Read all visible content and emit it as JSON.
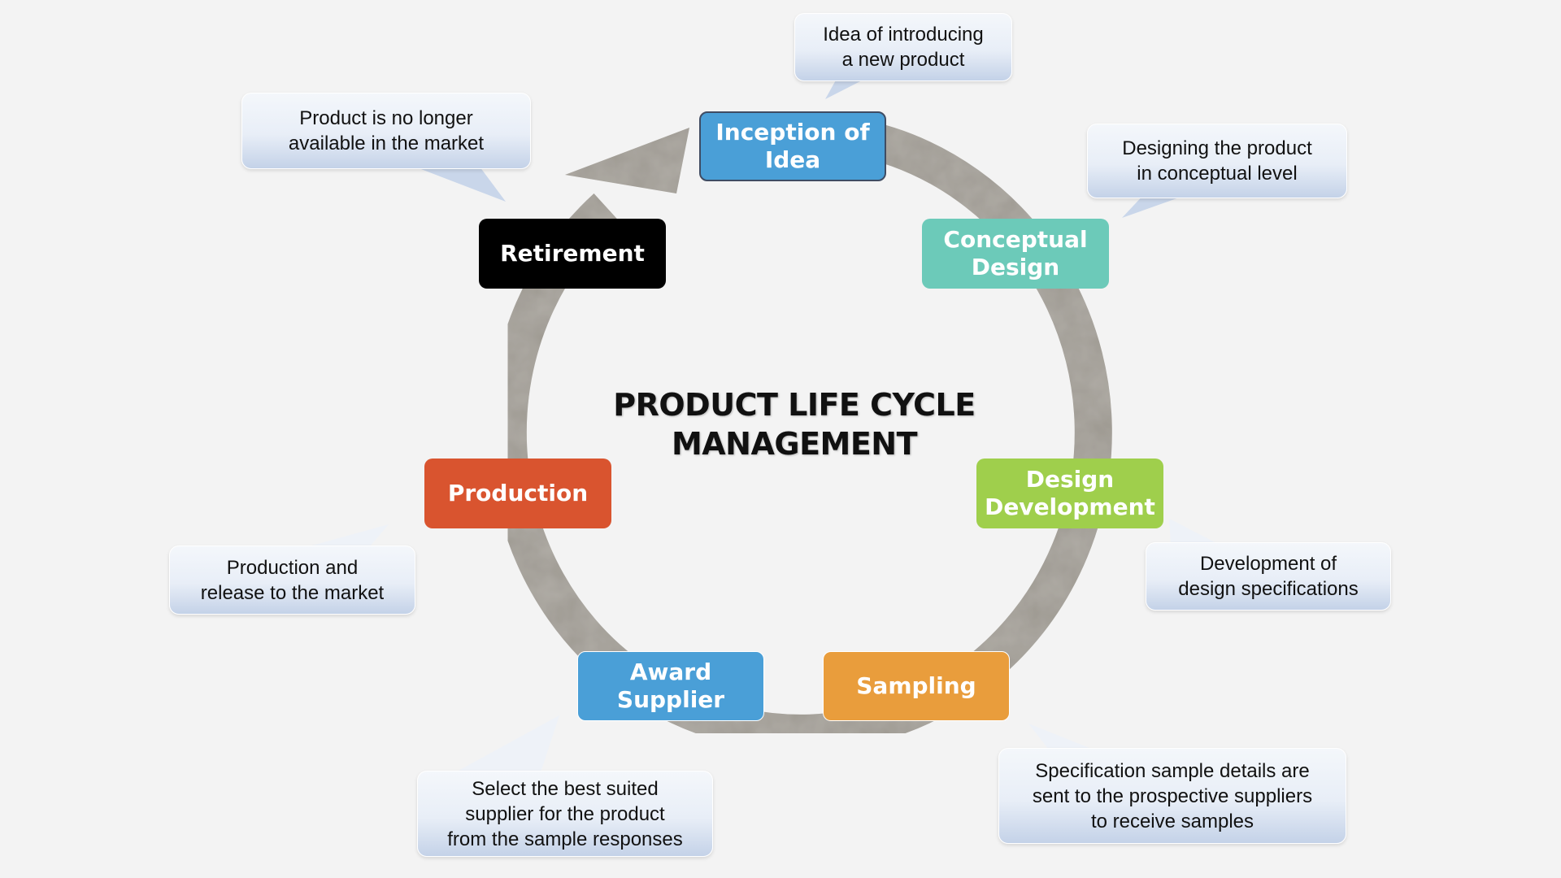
{
  "title": "PRODUCT LIFE CYCLE\nMANAGEMENT",
  "colors": {
    "background": "#f3f3f3",
    "ring": "#9e9a92",
    "inception": "#4a9fd7",
    "conceptual": "#6ccab9",
    "design_development": "#9fcf4c",
    "sampling": "#e99d3c",
    "award_supplier": "#4a9fd7",
    "production": "#d9542f",
    "retirement": "#000000"
  },
  "stages": [
    {
      "id": "inception",
      "label": "Inception of\nIdea",
      "color": "#4a9fd7"
    },
    {
      "id": "conceptual",
      "label": "Conceptual\nDesign",
      "color": "#6ccab9"
    },
    {
      "id": "design-development",
      "label": "Design\nDevelopment",
      "color": "#9fcf4c"
    },
    {
      "id": "sampling",
      "label": "Sampling",
      "color": "#e99d3c"
    },
    {
      "id": "award-supplier",
      "label": "Award\nSupplier",
      "color": "#4a9fd7"
    },
    {
      "id": "production",
      "label": "Production",
      "color": "#d9542f"
    },
    {
      "id": "retirement",
      "label": "Retirement",
      "color": "#000000"
    }
  ],
  "callouts": [
    {
      "stage": "inception",
      "text": "Idea of introducing\na new product"
    },
    {
      "stage": "conceptual",
      "text": "Designing the product\nin conceptual level"
    },
    {
      "stage": "design-development",
      "text": "Development of\ndesign specifications"
    },
    {
      "stage": "sampling",
      "text": "Specification sample details are\nsent to the prospective suppliers\nto receive samples"
    },
    {
      "stage": "award-supplier",
      "text": "Select the best suited\nsupplier for the product\nfrom the sample responses"
    },
    {
      "stage": "production",
      "text": "Production and\nrelease to the market"
    },
    {
      "stage": "retirement",
      "text": "Product is no longer\navailable in the market"
    }
  ]
}
